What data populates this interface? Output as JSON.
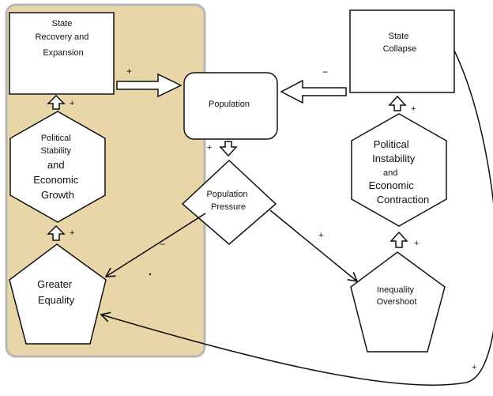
{
  "nodes": {
    "state_recovery": {
      "lines": [
        "State",
        "Recovery and",
        "Expansion"
      ]
    },
    "political_stability": {
      "lines": [
        "Political",
        "Stability",
        "and",
        "Economic",
        "Growth"
      ]
    },
    "greater_equality": {
      "lines": [
        "Greater",
        "Equality"
      ]
    },
    "population": {
      "label": "Population"
    },
    "population_pressure": {
      "lines": [
        "Population",
        "Pressure"
      ]
    },
    "state_collapse": {
      "lines": [
        "State",
        "Collapse"
      ]
    },
    "political_instability": {
      "lines": [
        "Political",
        "Instability",
        "and",
        "Economic",
        "Contraction"
      ]
    },
    "inequality_overshoot": {
      "lines": [
        "Inequality",
        "Overshoot"
      ]
    }
  },
  "signs": {
    "recovery_to_population": "+",
    "collapse_to_population": "−",
    "stability_to_recovery": "+",
    "equality_to_stability": "+",
    "population_to_pressure": "+",
    "pressure_to_equality": "−",
    "pressure_to_inequality": "+",
    "instability_to_collapse": "+",
    "inequality_to_instability": "+",
    "collapse_to_equality": "+"
  },
  "colors": {
    "region_fill": "#e8d5a8",
    "region_border": "#b8b8b8",
    "stroke": "#111111",
    "background": "#ffffff"
  }
}
